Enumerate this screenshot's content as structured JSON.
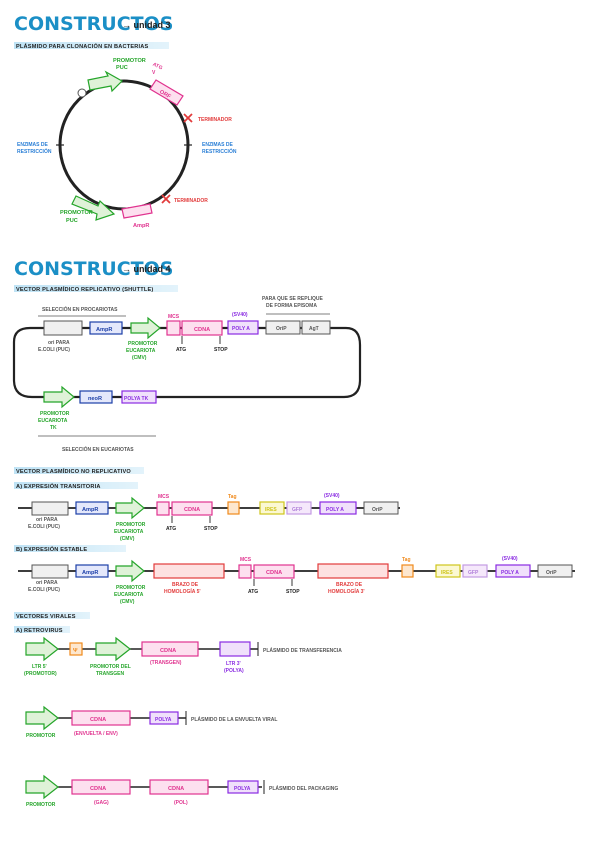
{
  "u3": {
    "title": "CONSTRUCTOS",
    "unit": "→ unidad 3",
    "subtitle": "PLÁSMIDO PARA CLONACIÓN EN BACTERIAS",
    "promotor_puc": [
      "PROMOTOR",
      "PUC"
    ],
    "atg": [
      "ATG",
      "V"
    ],
    "orf": "ORF",
    "terminador_1": "TERMINADOR",
    "enzimas_left": [
      "ENZIMAS DE",
      "RESTRICCIÓN"
    ],
    "enzimas_right": [
      "ENZIMAS DE",
      "RESTRICCIÓN"
    ],
    "terminador_2": "TERMINADOR",
    "promotor_puc_2": [
      "PROMOTOR",
      "PUC"
    ],
    "ampr": "AmpR"
  },
  "u4": {
    "title": "CONSTRUCTOS",
    "unit": "→ unidad 4",
    "subtitle": "VECTOR PLASMÍDICO REPLICATIVO (SHUTTLE)",
    "seleccion_procariotas": "SELECCIÓN EN PROCARIOTAS",
    "episoma_note": [
      "PARA QUE SE REPLIQUE",
      "DE FORMA EPISOMA"
    ],
    "ori_para": [
      "ori PARA",
      "E.COLI (PUC)"
    ],
    "ampr": "AmpR",
    "promotor_eucariota": [
      "PROMOTOR",
      "EUCARIOTA",
      "(CMV)"
    ],
    "mcs": "MCS",
    "cdna": "CDNA",
    "polya": "POLY A",
    "sv40": "(SV40)",
    "orip": "OriP",
    "agt": "AgT",
    "atg": "ATG",
    "stop": "STOP",
    "neor": "neoR",
    "polya_tk": "POLYA TK",
    "promotor_tk": [
      "PROMOTOR",
      "EUCARIOTA",
      "TK"
    ],
    "seleccion_eucariotas": "SELECCIÓN EN EUCARIOTAS"
  },
  "no_repl": {
    "subtitle": "VECTOR PLASMÍDICO NO REPLICATIVO",
    "a_title": "A) EXPRESIÓN TRANSITORIA",
    "b_title": "B) EXPRESIÓN ESTABLE",
    "ori_para": [
      "ori PARA",
      "E.COLI (PUC)"
    ],
    "ampr": "AmpR",
    "promotor_eucariota": [
      "PROMOTOR",
      "EUCARIOTA",
      "(CMV)"
    ],
    "mcs": "MCS",
    "cdna": "CDNA",
    "tag": "Tag",
    "ires": "IRES",
    "gfp": "GFP",
    "sv40": "(SV40)",
    "polya": "POLY A",
    "orip": "OriP",
    "atg": "ATG",
    "stop": "STOP",
    "brazo_5": [
      "BRAZO DE",
      "HOMOLOGÍA 5'"
    ],
    "brazo_3": [
      "BRAZO DE",
      "HOMOLOGÍA 3'"
    ]
  },
  "virales": {
    "subtitle": "VECTORES VIRALES",
    "a_title": "A) RETROVIRUS",
    "ltr5": [
      "LTR 5'",
      "(PROMOTOR)"
    ],
    "psi": "Ψ",
    "promotor_transgen": [
      "PROMOTOR DEL",
      "TRANSGEN"
    ],
    "cdna": "CDNA",
    "transgen": "(TRANSGEN)",
    "ltr3": [
      "LTR 3'",
      "(POLYA)"
    ],
    "plasmido_transferencia": "PLÁSMIDO DE TRANSFERENCIA",
    "promotor": "PROMOTOR",
    "envuelta": "(ENVUELTA / ENV)",
    "polya": "POLYA",
    "plasmido_envuelta": "PLÁSMIDO DE LA ENVUELTA VIRAL",
    "gag": "(GAG)",
    "pol": "(POL)",
    "plasmido_packaging": "PLÁSMIDO DEL PACKAGING"
  },
  "colors": {
    "title": "#1b8fc6",
    "promoter": "#25a52a",
    "cdna": "#e0338f",
    "polya": "#8a2be2",
    "marker": "#1c3fa8",
    "arm": "#e23b3b",
    "enzyme": "#2b7fd6"
  }
}
